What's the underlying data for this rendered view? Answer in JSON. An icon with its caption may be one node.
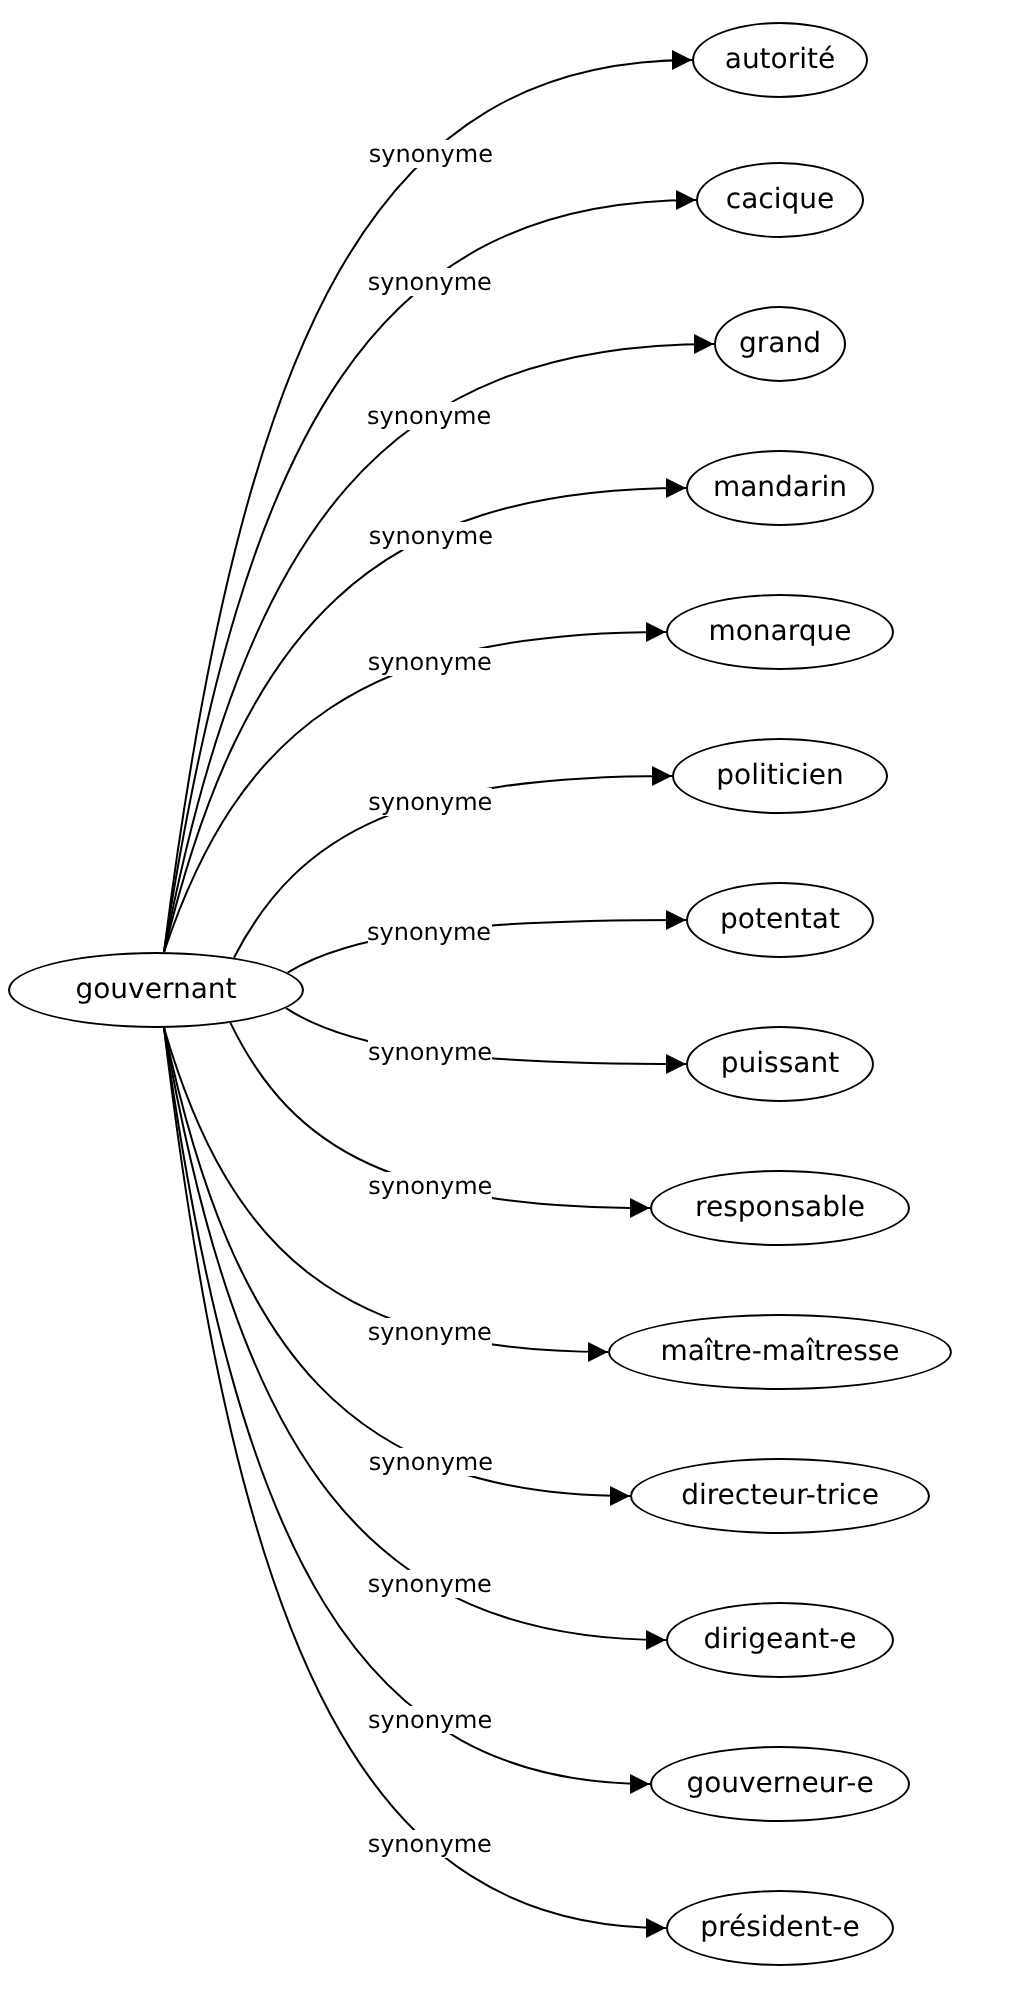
{
  "diagram": {
    "nodes": [
      {
        "text": [
          "gouvernant"
        ]
      },
      {
        "text": [
          "autorité"
        ]
      },
      {
        "text": [
          "cacique"
        ]
      },
      {
        "text": [
          "grand"
        ]
      },
      {
        "text": [
          "mandarin"
        ]
      },
      {
        "text": [
          "monarque"
        ]
      },
      {
        "text": [
          "politicien"
        ]
      },
      {
        "text": [
          "potentat"
        ]
      },
      {
        "text": [
          "puissant"
        ]
      },
      {
        "text": [
          "responsable"
        ]
      },
      {
        "text": [
          "maître-maîtresse"
        ]
      },
      {
        "text": [
          "directeur-trice"
        ]
      },
      {
        "text": [
          "dirigeant-e"
        ]
      },
      {
        "text": [
          "gouverneur-e"
        ]
      },
      {
        "text": [
          "président-e"
        ]
      }
    ],
    "edges": [
      {
        "from": 0,
        "to": 1,
        "arrow": "to",
        "label": "synonyme"
      },
      {
        "from": 0,
        "to": 2,
        "arrow": "to",
        "label": "synonyme"
      },
      {
        "from": 0,
        "to": 3,
        "arrow": "to",
        "label": "synonyme"
      },
      {
        "from": 0,
        "to": 4,
        "arrow": "to",
        "label": "synonyme"
      },
      {
        "from": 0,
        "to": 5,
        "arrow": "to",
        "label": "synonyme"
      },
      {
        "from": 0,
        "to": 6,
        "arrow": "to",
        "label": "synonyme"
      },
      {
        "from": 0,
        "to": 7,
        "arrow": "to",
        "label": "synonyme"
      },
      {
        "from": 0,
        "to": 8,
        "arrow": "to",
        "label": "synonyme"
      },
      {
        "from": 0,
        "to": 9,
        "arrow": "to",
        "label": "synonyme"
      },
      {
        "from": 0,
        "to": 10,
        "arrow": "to",
        "label": "synonyme"
      },
      {
        "from": 0,
        "to": 11,
        "arrow": "to",
        "label": "synonyme"
      },
      {
        "from": 0,
        "to": 12,
        "arrow": "to",
        "label": "synonyme"
      },
      {
        "from": 0,
        "to": 13,
        "arrow": "to",
        "label": "synonyme"
      },
      {
        "from": 0,
        "to": 14,
        "arrow": "to",
        "label": "synonyme"
      }
    ]
  }
}
